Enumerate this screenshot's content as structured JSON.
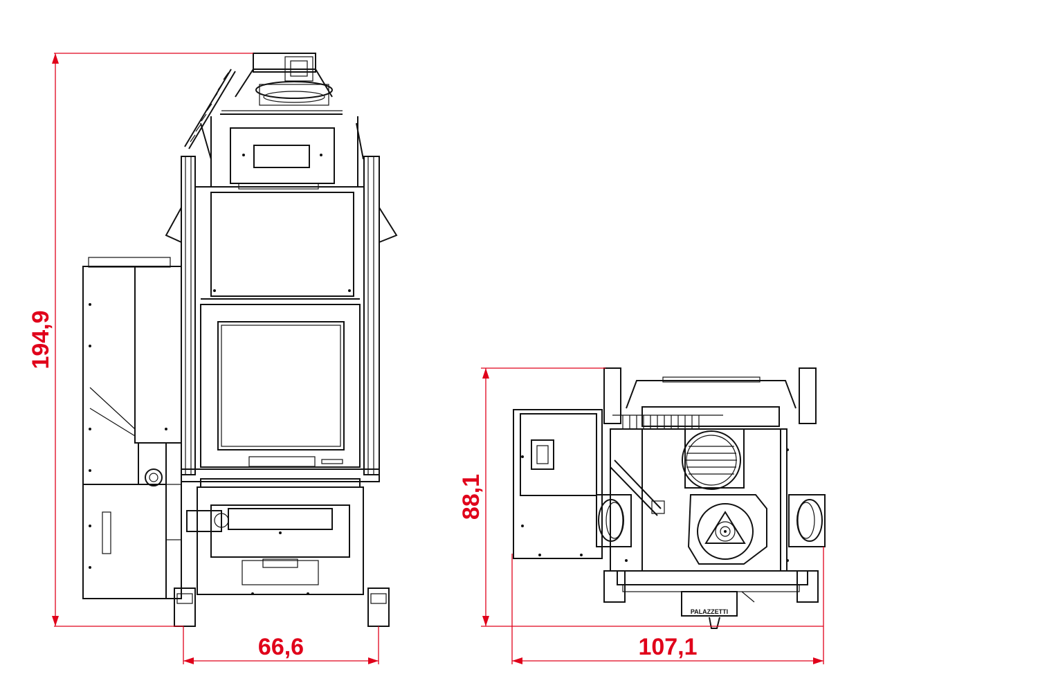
{
  "dimensions": {
    "height_front": "194,9",
    "width_front": "66,6",
    "height_top": "88,1",
    "width_top": "107,1"
  },
  "logo_text": "PALAZZETTI",
  "colors": {
    "dimension": "#e0001a",
    "line": "#111111"
  }
}
